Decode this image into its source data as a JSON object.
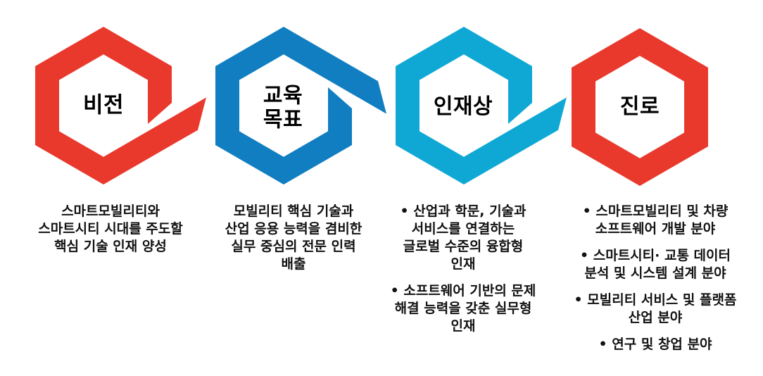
{
  "colors": {
    "red": "#E9392C",
    "blue": "#117EC2",
    "cyan": "#0FA8D5",
    "text": "#111111",
    "background": "#FFFFFF"
  },
  "hexagons": [
    {
      "label": "비전",
      "color": "red",
      "shape": "ring-with-tail-bottom-right"
    },
    {
      "label": "교육\n목표",
      "color": "blue",
      "shape": "ring-with-tail-top-right"
    },
    {
      "label": "인재상",
      "color": "cyan",
      "shape": "ring-with-tail-bottom-right"
    },
    {
      "label": "진로",
      "color": "red",
      "shape": "closed-ring"
    }
  ],
  "columns": [
    {
      "name": "vision",
      "paragraphs": [
        "스마트모빌리티와\n스마트시티 시대를 주도할\n핵심 기술 인재 양성"
      ]
    },
    {
      "name": "education-goals",
      "paragraphs": [
        "모빌리티 핵심 기술과\n산업 응용 능력을 겸비한\n실무 중심의 전문 인력\n배출"
      ]
    },
    {
      "name": "talent-profile",
      "paragraphs": [
        "• 산업과 학문, 기술과\n서비스를 연결하는\n글로벌 수준의 융합형\n인재",
        "• 소프트웨어 기반의 문제\n해결 능력을 갖춘 실무형\n인재"
      ]
    },
    {
      "name": "career-paths",
      "paragraphs": [
        "• 스마트모빌리티 및 차량\n소프트웨어 개발 분야",
        "• 스마트시티· 교통 데이터\n분석 및 시스템 설계 분야",
        "• 모빌리티 서비스 및 플랫폼\n산업 분야",
        "• 연구 및 창업 분야"
      ]
    }
  ]
}
